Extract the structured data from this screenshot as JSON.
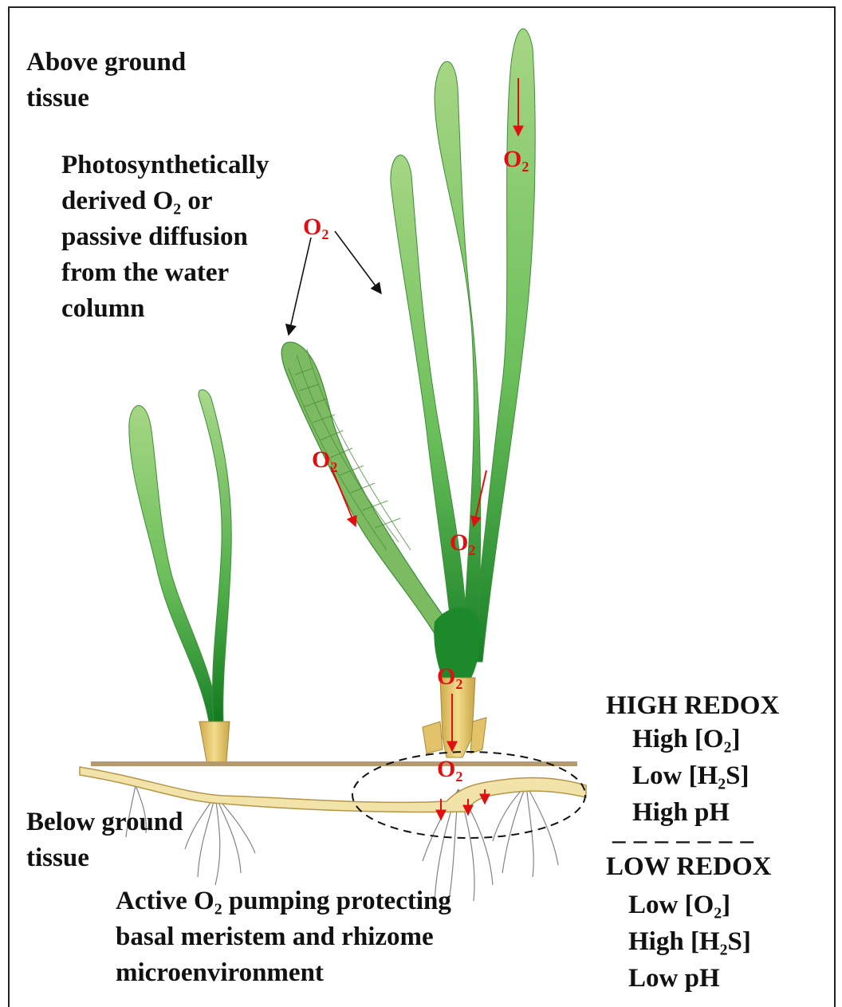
{
  "labels": {
    "above_ground": [
      "Above ground",
      "tissue"
    ],
    "source": [
      "Photosynthetically",
      "derived O₂ or",
      "passive diffusion",
      "from the water",
      "column"
    ],
    "below_ground": [
      "Below ground",
      "tissue"
    ],
    "pumping": [
      "Active O₂ pumping protecting",
      "basal meristem and rhizome",
      "microenvironment"
    ]
  },
  "o2_label": "O₂",
  "redox": {
    "high_title": "HIGH REDOX",
    "high_items": [
      "High [O₂]",
      "Low [H₂S]",
      "High pH"
    ],
    "divider": "_ _ _ _ _ _ _",
    "low_title": "LOW REDOX",
    "low_items": [
      "Low [O₂]",
      "High [H₂S]",
      "Low pH"
    ]
  },
  "colors": {
    "leaf_light": "#9cd07c",
    "leaf_dark": "#1e8a2a",
    "sheath": "#e3c56a",
    "rhizome": "#f1e3a6",
    "sediment_line": "#b49a6e",
    "oxygen_text": "#e01010"
  }
}
